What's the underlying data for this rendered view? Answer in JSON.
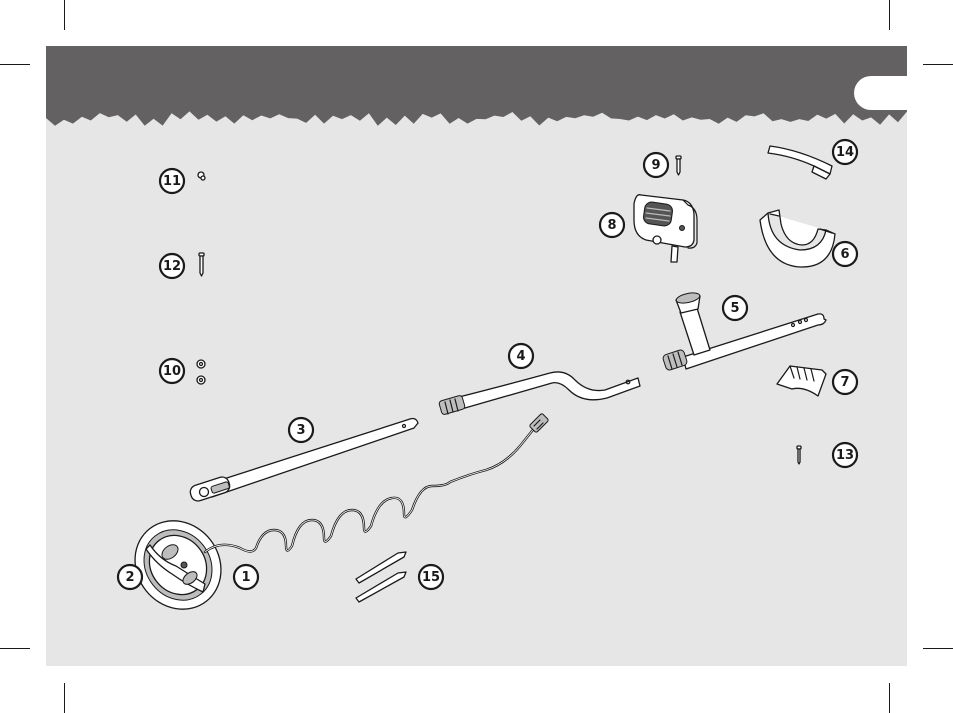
{
  "parts": [
    {
      "number": "1",
      "icon": "search-coil-cable"
    },
    {
      "number": "2",
      "icon": "search-coil"
    },
    {
      "number": "3",
      "icon": "lower-shaft"
    },
    {
      "number": "4",
      "icon": "middle-shaft"
    },
    {
      "number": "5",
      "icon": "upper-shaft-handle"
    },
    {
      "number": "6",
      "icon": "armrest"
    },
    {
      "number": "7",
      "icon": "armrest-bracket"
    },
    {
      "number": "8",
      "icon": "control-box"
    },
    {
      "number": "9",
      "icon": "control-box-screw"
    },
    {
      "number": "10",
      "icon": "washers"
    },
    {
      "number": "11",
      "icon": "knob-nut"
    },
    {
      "number": "12",
      "icon": "bolt"
    },
    {
      "number": "13",
      "icon": "small-screw"
    },
    {
      "number": "14",
      "icon": "armrest-strap"
    },
    {
      "number": "15",
      "icon": "cable-ties"
    }
  ],
  "colors": {
    "header_band": "#636162",
    "panel_background": "#e6e6e6",
    "page_tab": "#ffffff",
    "outline": "#1a1a1a"
  }
}
